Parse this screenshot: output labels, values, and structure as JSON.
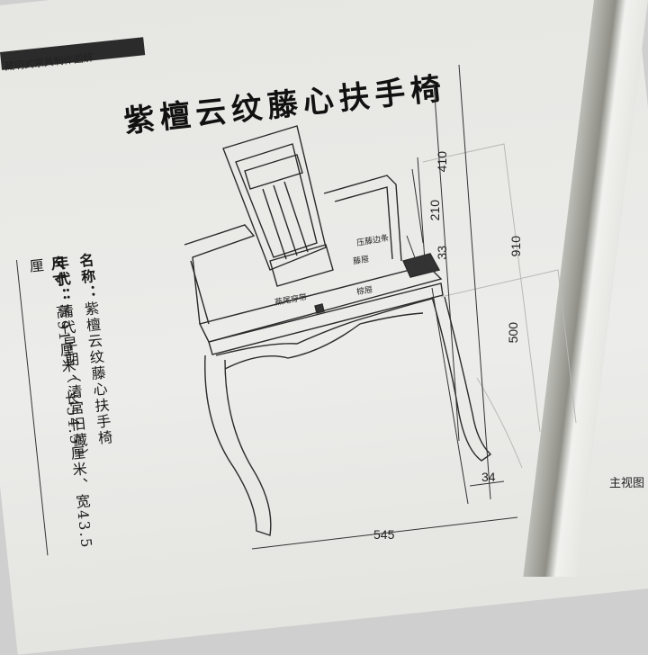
{
  "header": {
    "series_title": "藏明式家具制作图解"
  },
  "title": "紫檀云纹藤心扶手椅",
  "specs": {
    "name_label": "名称：",
    "name_value": "紫檀云纹藤心扶手椅",
    "era_label": "年代：",
    "era_value": "清代早期（清宫旧藏）",
    "size_label": "尺寸：",
    "size_value": "高91厘米、长54.5厘米、宽43.5厘"
  },
  "dimensions": {
    "d410": "410",
    "d210": "210",
    "d33": "33",
    "d910": "910",
    "d500": "500",
    "d34": "34",
    "d545": "545"
  },
  "annotations": {
    "press_strip": "压藤边条",
    "rattan_layer": "藤屉",
    "dovetail": "燕尾穿带",
    "palm_layer": "棕屉"
  },
  "view_caption": "主视图",
  "colors": {
    "paper": "#ececea",
    "ink": "#222222",
    "band": "#2b2b2b"
  }
}
